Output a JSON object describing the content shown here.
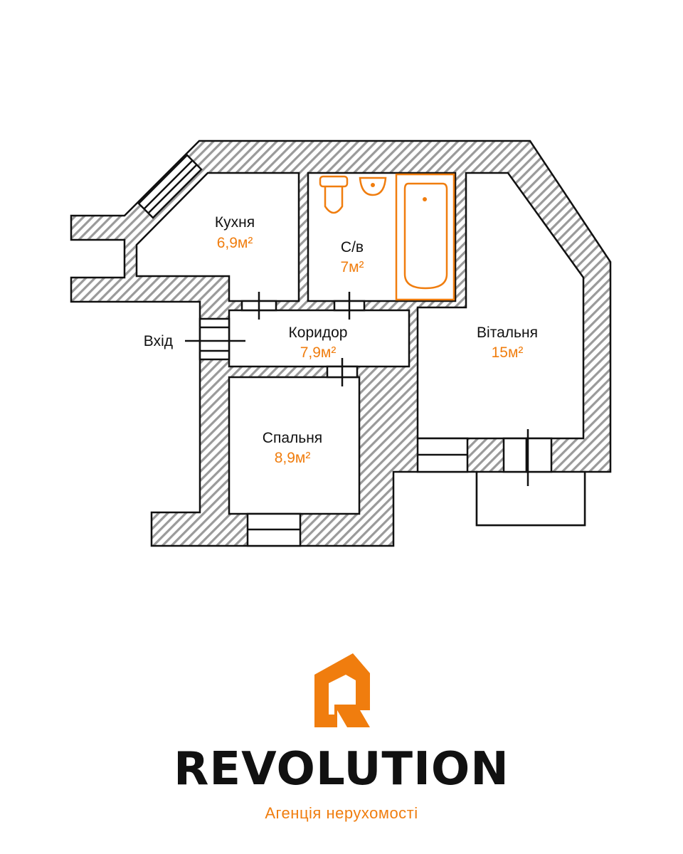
{
  "colors": {
    "accent": "#f07d0e",
    "line": "#111111",
    "hatch": "#9a9a9a",
    "background": "#ffffff"
  },
  "plan": {
    "entry_label": "Вхід",
    "rooms": [
      {
        "key": "kitchen",
        "name": "Кухня",
        "area": "6,9м²"
      },
      {
        "key": "bathroom",
        "name": "С/в",
        "area": "7м²"
      },
      {
        "key": "corridor",
        "name": "Коридор",
        "area": "7,9м²"
      },
      {
        "key": "living",
        "name": "Вітальня",
        "area": "15м²"
      },
      {
        "key": "bedroom",
        "name": "Спальня",
        "area": "8,9м²"
      }
    ]
  },
  "brand": {
    "name": "REVOLUTION",
    "tagline": "Агенція нерухомості",
    "logo_icon": "house-r-logo-icon"
  }
}
